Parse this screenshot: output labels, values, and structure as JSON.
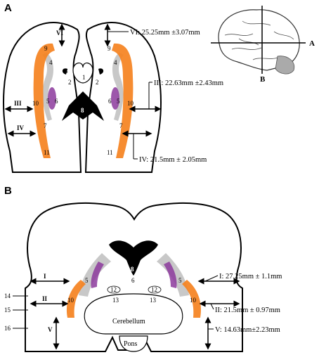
{
  "panels": {
    "a": "A",
    "b": "B"
  },
  "inset": {
    "axis_a": "A",
    "axis_b": "B"
  },
  "panel_a": {
    "measurements": {
      "vi": "VI: 25.25mm ±3.07mm",
      "iii": "III: 22.63mm ±2.43mm",
      "iv": "IV: 21.5mm ± 2.05mm"
    },
    "roman": {
      "vi": "VI",
      "iii": "III",
      "iv": "IV"
    },
    "numbers": {
      "n1": "1",
      "n2": "2",
      "n3": "3",
      "n4": "4",
      "n5": "5",
      "n6": "6",
      "n7": "7",
      "n8": "8",
      "n9": "9",
      "n10": "10",
      "n11": "11"
    }
  },
  "panel_b": {
    "measurements": {
      "i": "I: 27.25mm ± 1.1mm",
      "ii": "II: 21.5mm ± 0.97mm",
      "v": "V: 14.63mm±2.23mm"
    },
    "roman": {
      "i": "I",
      "ii": "II",
      "v": "V"
    },
    "numbers": {
      "n5": "5",
      "n6": "6",
      "n8": "8",
      "n10": "10",
      "n12": "12",
      "n13": "13",
      "n14": "14",
      "n15": "15",
      "n16": "16"
    },
    "structures": {
      "cerebellum": "Cerebellum",
      "pons": "Pons"
    }
  },
  "colors": {
    "orange": "#f58220",
    "purple": "#8c3a9c",
    "gray": "#c8c8c8",
    "black": "#000000"
  }
}
